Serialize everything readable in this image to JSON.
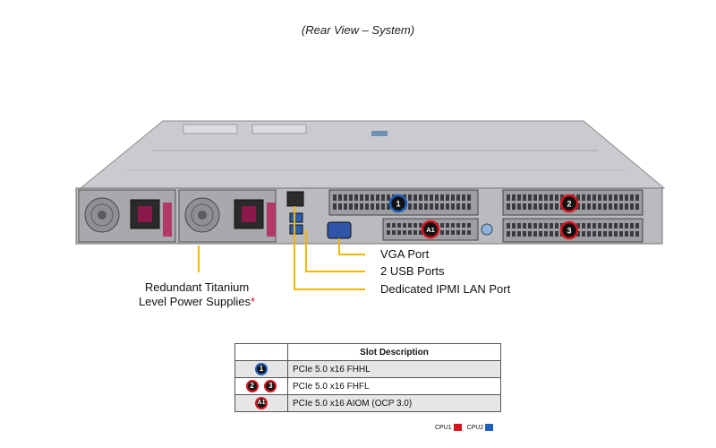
{
  "caption": "(Rear View – System)",
  "labels": {
    "vga": "VGA Port",
    "usb": "2 USB Ports",
    "ipmi": "Dedicated IPMI LAN Port",
    "psu_line1": "Redundant Titanium",
    "psu_line2": "Level Power Supplies",
    "psu_asterisk": "*"
  },
  "slot_markers": {
    "slot1": "1",
    "slot2": "2",
    "slot3": "3",
    "aiom": "A1"
  },
  "table": {
    "header": "Slot Description",
    "rows": [
      {
        "icons": [
          "1"
        ],
        "cpu": [
          "cpu2"
        ],
        "desc": "PCIe 5.0 x16 FHHL"
      },
      {
        "icons": [
          "2",
          "3"
        ],
        "cpu": [
          "cpu1",
          "cpu1"
        ],
        "desc": "PCIe 5.0 x16 FHFL"
      },
      {
        "icons": [
          "A1"
        ],
        "cpu": [
          "cpu1"
        ],
        "desc": "PCIe 5.0 x16 AIOM (OCP 3.0)"
      }
    ]
  },
  "legend": {
    "cpu1": "CPU1",
    "cpu2": "CPU2"
  },
  "colors": {
    "cpu1": "#d9141e",
    "cpu2": "#1f5fbf",
    "callout_line": "#f2b705"
  }
}
